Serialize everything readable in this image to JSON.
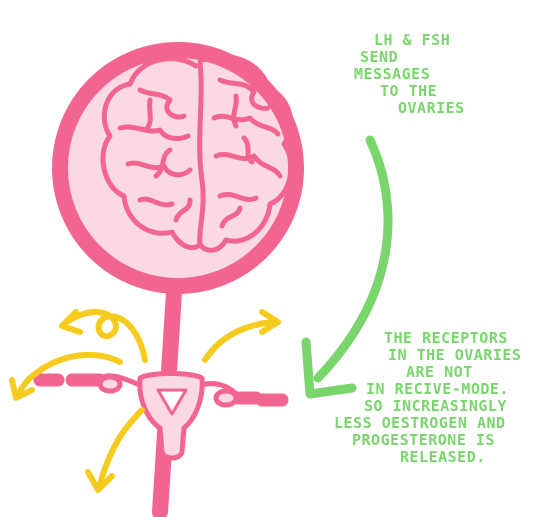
{
  "colors": {
    "pink": "#f26591",
    "pink_light": "#fbd9e4",
    "green": "#7ad56d",
    "yellow": "#f5cb1d",
    "text_green": "#7ad56d"
  },
  "icons": {
    "brain": "brain-icon",
    "uterus": "uterus-icon"
  },
  "notes": {
    "top": {
      "lines": [
        "LH & FSH",
        "SEND",
        "MESSAGES",
        "TO THE",
        "OVARIES"
      ]
    },
    "bottom": {
      "lines": [
        "THE RECEPTORS",
        "IN THE OVARIES",
        "ARE NOT",
        "IN RECIVE-MODE.",
        "SO INCREASINGLY",
        "LESS OESTROGEN AND",
        "PROGESTERONE IS",
        "RELEASED."
      ]
    }
  }
}
